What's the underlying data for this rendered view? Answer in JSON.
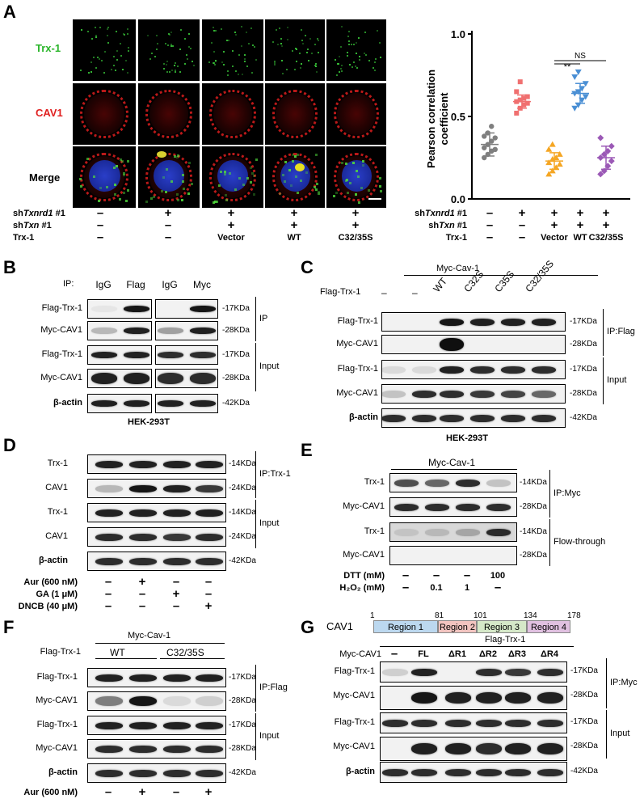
{
  "panels": {
    "A": "A",
    "B": "B",
    "C": "C",
    "D": "D",
    "E": "E",
    "F": "F",
    "G": "G"
  },
  "panelA": {
    "rows": [
      "Trx-1",
      "CAV1",
      "Merge"
    ],
    "cond_rows": [
      {
        "label": "shTxnrd1 #1",
        "prefix": "sh",
        "italic": "Txnrd1",
        "suffix": " #1",
        "values": [
          "–",
          "+",
          "+",
          "+",
          "+"
        ]
      },
      {
        "label": "shTxn #1",
        "prefix": "sh",
        "italic": "Txn",
        "suffix": " #1",
        "values": [
          "–",
          "–",
          "+",
          "+",
          "+"
        ]
      },
      {
        "label": "Trx-1",
        "values": [
          "–",
          "–",
          "Vector",
          "WT",
          "C32/35S"
        ]
      }
    ]
  },
  "chart_data": {
    "type": "scatter",
    "ylabel": "Pearson correlation coefficient",
    "ylim": [
      0,
      1.0
    ],
    "yticks": [
      "0.0",
      "0.5",
      "1.0"
    ],
    "annotations": [
      "**",
      "NS"
    ],
    "series": [
      {
        "color": "#7f7f7f",
        "mean": 0.33,
        "sd": 0.07,
        "values": [
          0.25,
          0.27,
          0.29,
          0.3,
          0.31,
          0.33,
          0.35,
          0.37,
          0.38,
          0.4,
          0.44
        ]
      },
      {
        "color": "#f07070",
        "mean": 0.59,
        "sd": 0.04,
        "values": [
          0.52,
          0.55,
          0.57,
          0.58,
          0.59,
          0.6,
          0.61,
          0.62,
          0.65,
          0.71
        ]
      },
      {
        "color": "#f5a623",
        "mean": 0.23,
        "sd": 0.05,
        "values": [
          0.15,
          0.17,
          0.19,
          0.21,
          0.22,
          0.24,
          0.25,
          0.27,
          0.3,
          0.33
        ]
      },
      {
        "color": "#4a8fd4",
        "mean": 0.64,
        "sd": 0.06,
        "values": [
          0.55,
          0.57,
          0.6,
          0.62,
          0.64,
          0.65,
          0.67,
          0.7,
          0.74,
          0.77
        ]
      },
      {
        "color": "#9b59b6",
        "mean": 0.25,
        "sd": 0.07,
        "values": [
          0.15,
          0.17,
          0.2,
          0.23,
          0.25,
          0.27,
          0.29,
          0.32,
          0.37
        ]
      }
    ],
    "rows": [
      {
        "prefix": "sh",
        "italic": "Txnrd1",
        "suffix": " #1",
        "values": [
          "–",
          "+",
          "+",
          "+",
          "+"
        ]
      },
      {
        "prefix": "sh",
        "italic": "Txn",
        "suffix": " #1",
        "values": [
          "–",
          "–",
          "+",
          "+",
          "+"
        ]
      },
      {
        "label": "Trx-1",
        "values": [
          "–",
          "–",
          "Vector",
          "WT",
          "C32/35S"
        ]
      }
    ]
  },
  "panelB": {
    "ip_label": "IP:",
    "lanes": [
      "IgG",
      "Flag",
      "IgG",
      "Myc"
    ],
    "rows": [
      "Flag-Trx-1",
      "Myc-CAV1",
      "Flag-Trx-1",
      "Myc-CAV1",
      "β-actin"
    ],
    "kda": [
      "17KDa",
      "28KDa",
      "17KDa",
      "28KDa",
      "42KDa"
    ],
    "groups": [
      "IP",
      "Input"
    ],
    "cell": "HEK-293T"
  },
  "panelC": {
    "top": "Myc-Cav-1",
    "lane_label": "Flag-Trx-1",
    "lanes": [
      "–",
      "–",
      "WT",
      "C32S",
      "C35S",
      "C32/35S"
    ],
    "rows": [
      "Flag-Trx-1",
      "Myc-CAV1",
      "Flag-Trx-1",
      "Myc-CAV1",
      "β-actin"
    ],
    "kda": [
      "17KDa",
      "28KDa",
      "17KDa",
      "28KDa",
      "42KDa"
    ],
    "groups": [
      "IP:Flag",
      "Input"
    ],
    "cell": "HEK-293T"
  },
  "panelD": {
    "rows": [
      "Trx-1",
      "CAV1",
      "Trx-1",
      "CAV1",
      "β-actin"
    ],
    "kda": [
      "14KDa",
      "24KDa",
      "14KDa",
      "24KDa",
      "42KDa"
    ],
    "groups": [
      "IP:Trx-1",
      "Input"
    ],
    "conds": [
      {
        "label": "Aur (600 nM)",
        "values": [
          "–",
          "+",
          "–",
          "–"
        ]
      },
      {
        "label": "GA (1 μM)",
        "values": [
          "–",
          "–",
          "+",
          "–"
        ]
      },
      {
        "label": "DNCB (40 μM)",
        "values": [
          "–",
          "–",
          "–",
          "+"
        ]
      }
    ]
  },
  "panelE": {
    "top": "Myc-Cav-1",
    "rows": [
      "Trx-1",
      "Myc-CAV1",
      "Trx-1",
      "Myc-CAV1"
    ],
    "kda": [
      "14KDa",
      "28KDa",
      "14KDa",
      "28KDa"
    ],
    "groups": [
      "IP:Myc",
      "Flow-through"
    ],
    "conds": [
      {
        "label": "DTT (mM)",
        "values": [
          "–",
          "–",
          "–",
          "100"
        ]
      },
      {
        "label": "H₂O₂ (mM)",
        "values": [
          "–",
          "0.1",
          "1",
          "–"
        ]
      }
    ]
  },
  "panelF": {
    "top": "Myc-Cav-1",
    "lane_label": "Flag-Trx-1",
    "lanes": [
      "WT",
      "C32/35S"
    ],
    "rows": [
      "Flag-Trx-1",
      "Myc-CAV1",
      "Flag-Trx-1",
      "Myc-CAV1",
      "β-actin"
    ],
    "kda": [
      "17KDa",
      "28KDa",
      "17KDa",
      "28KDa",
      "42KDa"
    ],
    "groups": [
      "IP:Flag",
      "Input"
    ],
    "cond": {
      "label": "Aur (600 nM)",
      "values": [
        "–",
        "+",
        "–",
        "+"
      ]
    }
  },
  "panelG": {
    "protein": "CAV1",
    "positions": [
      "1",
      "81",
      "101",
      "134",
      "178"
    ],
    "regions": [
      {
        "label": "Region 1",
        "color": "#bcd8ef"
      },
      {
        "label": "Region 2",
        "color": "#f2c4c0"
      },
      {
        "label": "Region 3",
        "color": "#d5e8c8"
      },
      {
        "label": "Region 4",
        "color": "#e0c0e0"
      }
    ],
    "top": "Flag-Trx-1",
    "lane_label": "Myc-CAV1",
    "lanes": [
      "–",
      "FL",
      "ΔR1",
      "ΔR2",
      "ΔR3",
      "ΔR4"
    ],
    "rows": [
      "Flag-Trx-1",
      "Myc-CAV1",
      "Flag-Trx-1",
      "Myc-CAV1",
      "β-actin"
    ],
    "kda": [
      "17KDa",
      "28KDa",
      "17KDa",
      "28KDa",
      "42KDa"
    ],
    "groups": [
      "IP:Myc",
      "Input"
    ]
  }
}
